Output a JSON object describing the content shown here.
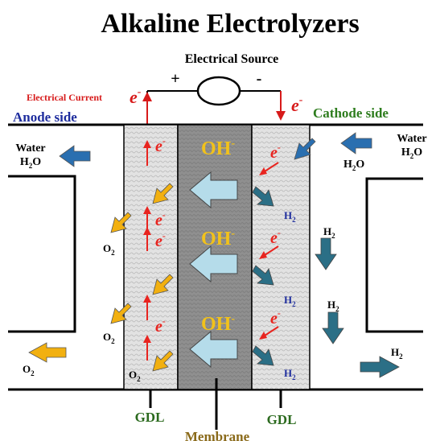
{
  "title": "Alkaline Electrolyzers",
  "source": {
    "label": "Electrical Source",
    "plus": "+",
    "minus": "-"
  },
  "current": {
    "label": "Electrical Current",
    "electron": "e",
    "electron_sup": "-"
  },
  "anode": {
    "label": "Anode side",
    "water_out_line1": "Water",
    "water_out_line2": "H",
    "water_out_sub": "2",
    "water_out_line2_tail": "O"
  },
  "cathode": {
    "label": "Cathode side",
    "water_in_line1": "Water",
    "water_in_line2": "H",
    "water_in_sub": "2",
    "water_in_line2_tail": "O",
    "h2o_label": "H",
    "h2o_sub": "2",
    "h2o_tail": "O"
  },
  "ion": {
    "base": "OH",
    "sup": "-"
  },
  "species": {
    "o2_base": "O",
    "o2_sub": "2",
    "h2_base": "H",
    "h2_sub": "2"
  },
  "labels": {
    "gdl": "GDL",
    "membrane": "Membrane"
  },
  "colors": {
    "title": "#111111",
    "anode_label": "#1f2e9e",
    "cathode_label": "#2e7d1e",
    "current": "#d71a1a",
    "electron_arrow": "#e8241f",
    "oh_text": "#f2c21a",
    "o2_arrow": "#f2b010",
    "h2_arrow": "#2b6f86",
    "water_arrow": "#2a6fb0",
    "ion_arrow": "#b5dcea",
    "membrane": "#8a8a8a",
    "gdl": "#d0d0d0",
    "gdl_label": "#2b6a1e"
  }
}
